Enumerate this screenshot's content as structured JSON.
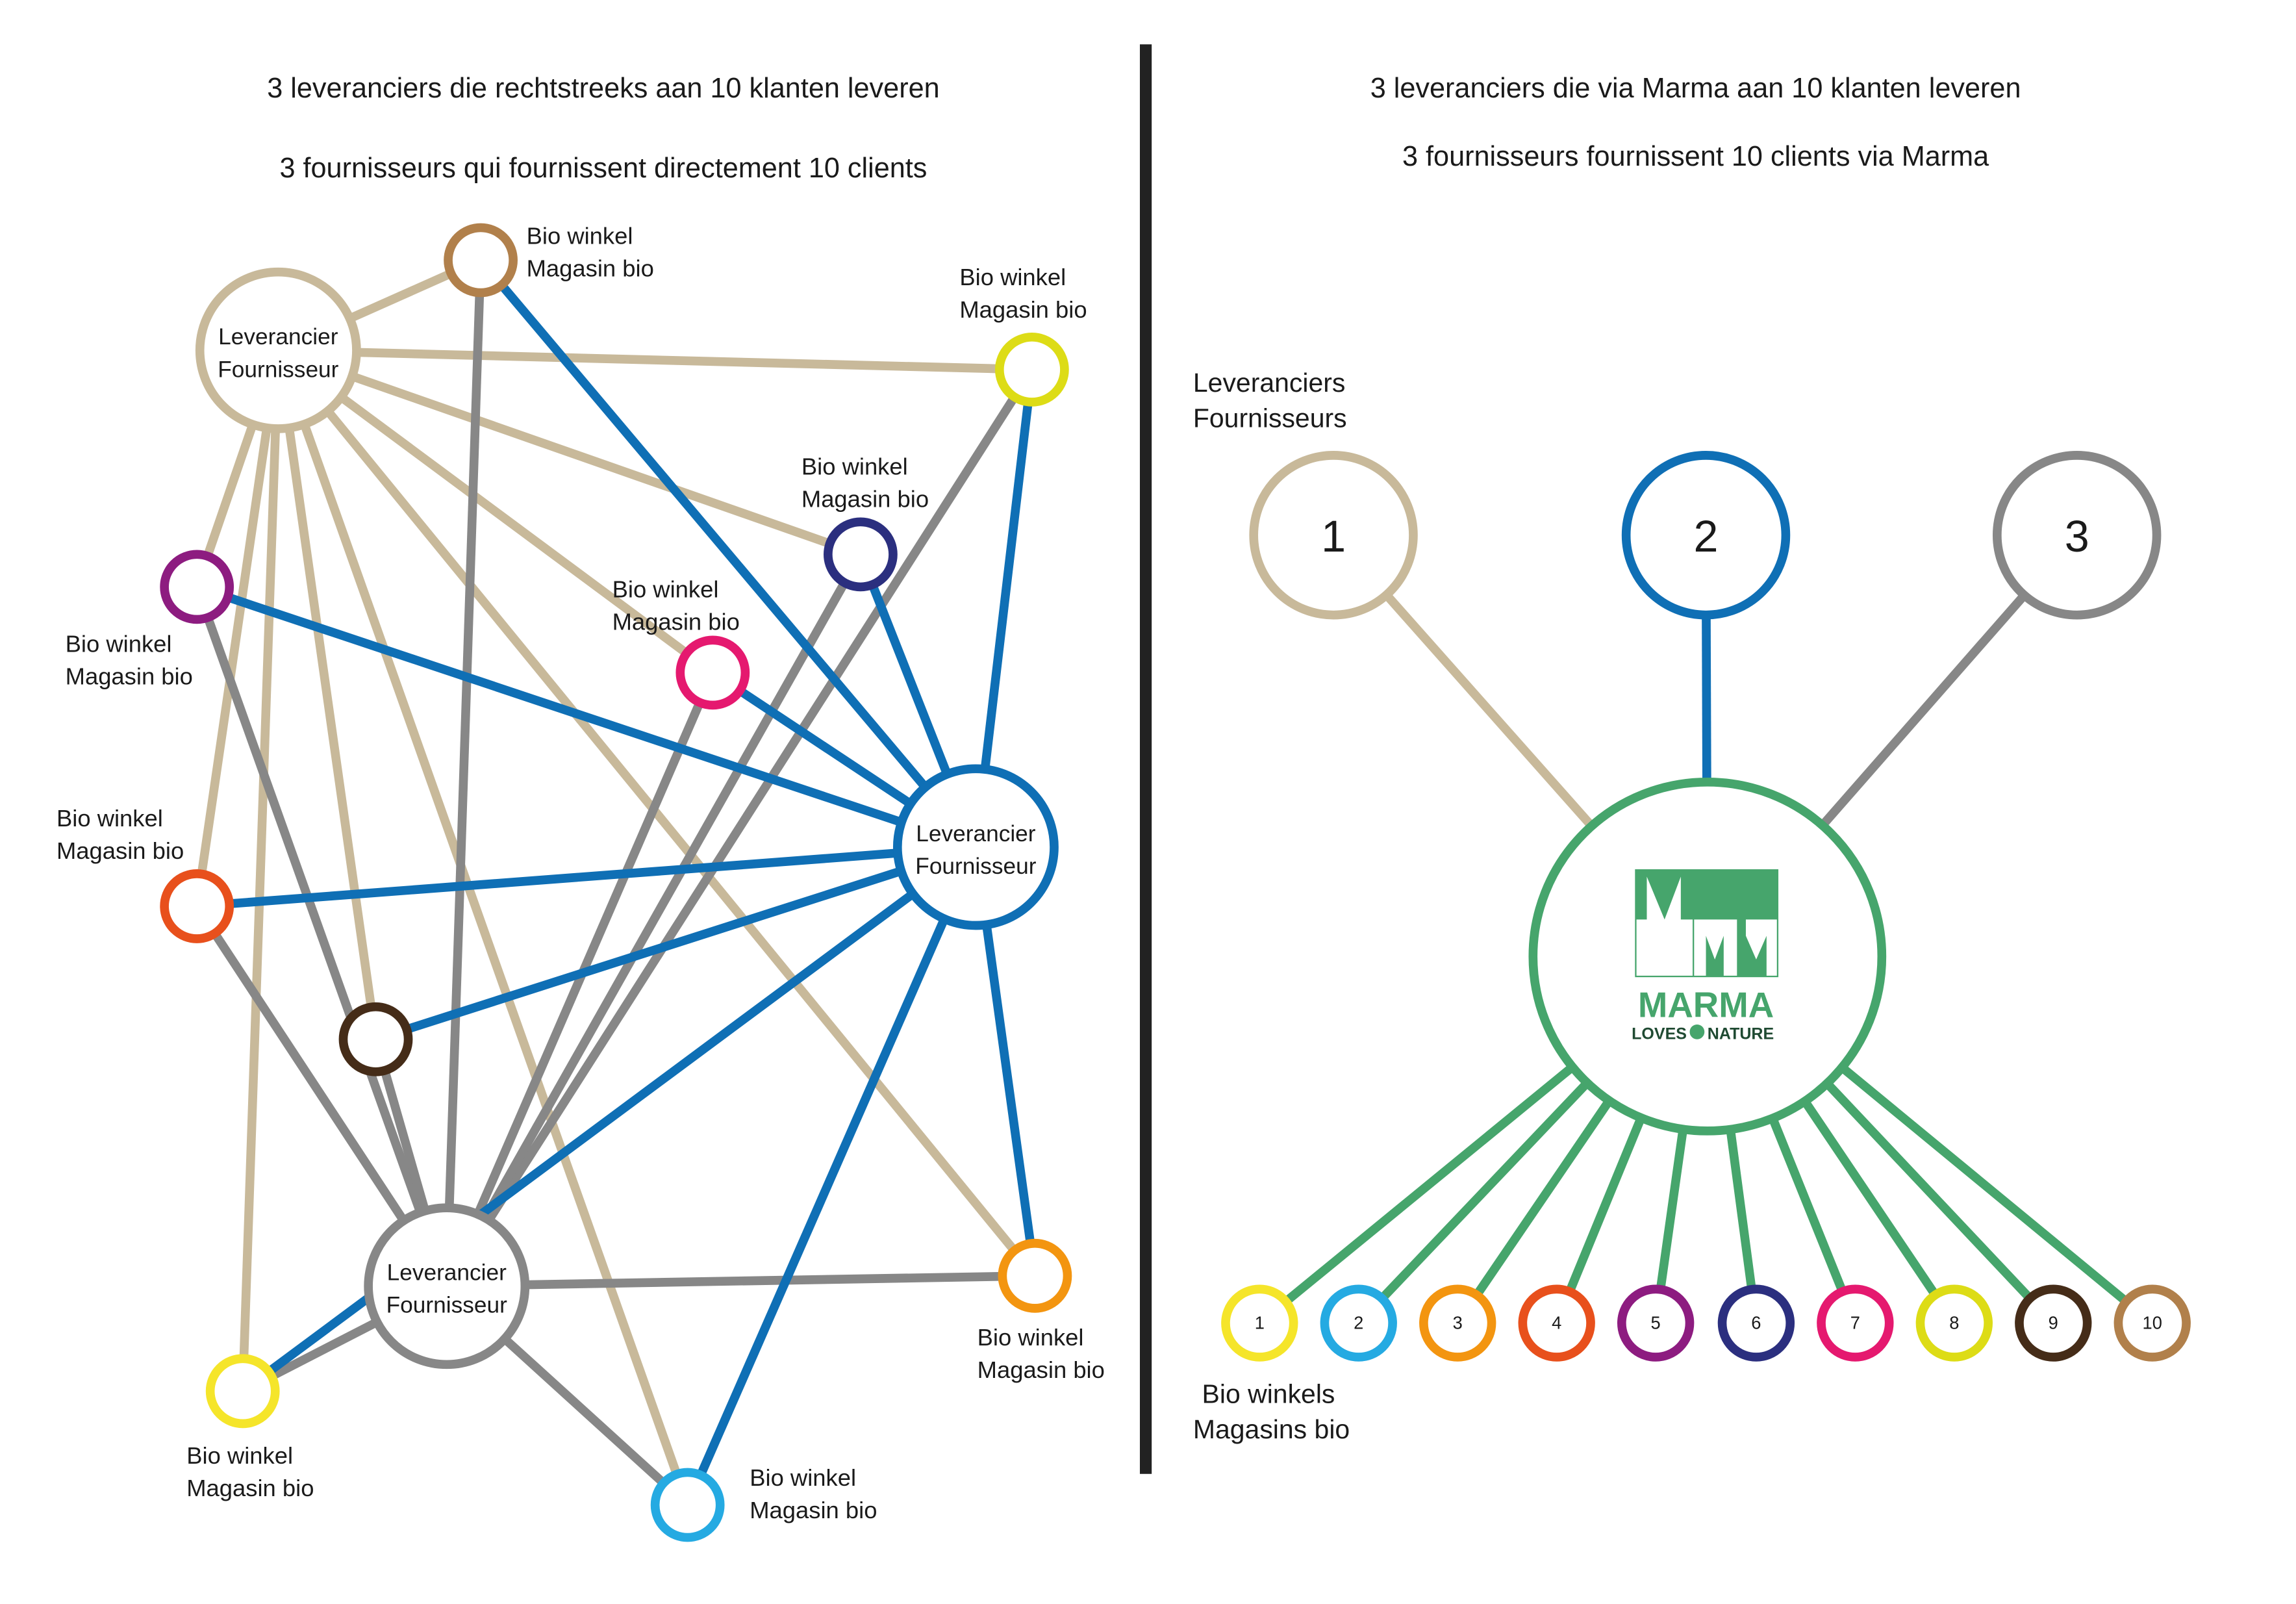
{
  "left": {
    "title_nl": "3 leveranciers die rechtstreeks aan 10 klanten leveren",
    "title_fr": "3 fournisseurs qui fournissent directement 10 clients",
    "supplier_label_nl": "Leverancier",
    "supplier_label_fr": "Fournisseur",
    "shop_label_nl": "Bio winkel",
    "shop_label_fr": "Magasin bio",
    "suppliers": [
      {
        "id": "tan",
        "color": "#c8b99a"
      },
      {
        "id": "blue",
        "color": "#0f6fb5"
      },
      {
        "id": "gray",
        "color": "#878787"
      }
    ],
    "shops": [
      {
        "id": "brown",
        "color": "#b1804b",
        "labelled": true
      },
      {
        "id": "yellow-green",
        "color": "#dddc16",
        "labelled": true
      },
      {
        "id": "navy",
        "color": "#2b2f7f",
        "labelled": true
      },
      {
        "id": "magenta",
        "color": "#e5196f",
        "labelled": true
      },
      {
        "id": "purple",
        "color": "#8d1c80",
        "labelled": true
      },
      {
        "id": "orange-red",
        "color": "#e8501c",
        "labelled": true
      },
      {
        "id": "dark-brown",
        "color": "#452c18",
        "labelled": false
      },
      {
        "id": "orange",
        "color": "#f39510",
        "labelled": true
      },
      {
        "id": "yellow",
        "color": "#f5e52a",
        "labelled": true
      },
      {
        "id": "light-blue",
        "color": "#25aae2",
        "labelled": true
      }
    ]
  },
  "right": {
    "title_nl": "3 leveranciers die via Marma aan 10 klanten leveren",
    "title_fr": "3 fournisseurs fournissent 10 clients via Marma",
    "suppliers_label_nl": "Leveranciers",
    "suppliers_label_fr": "Fournisseurs",
    "shops_label_nl": "Bio winkels",
    "shops_label_fr": "Magasins bio",
    "suppliers": [
      {
        "number": "1",
        "color": "#c8b99a"
      },
      {
        "number": "2",
        "color": "#0f6fb5"
      },
      {
        "number": "3",
        "color": "#878787"
      }
    ],
    "hub": {
      "name": "MARMA",
      "tagline_left": "LOVES",
      "tagline_right": "NATURE",
      "color": "#46a56c",
      "dark": "#1f4a32"
    },
    "shops": [
      {
        "number": "1",
        "color": "#f5e52a"
      },
      {
        "number": "2",
        "color": "#25aae2"
      },
      {
        "number": "3",
        "color": "#f39510"
      },
      {
        "number": "4",
        "color": "#e8501c"
      },
      {
        "number": "5",
        "color": "#8d1c80"
      },
      {
        "number": "6",
        "color": "#2b2f7f"
      },
      {
        "number": "7",
        "color": "#e5196f"
      },
      {
        "number": "8",
        "color": "#dddc16"
      },
      {
        "number": "9",
        "color": "#452c18"
      },
      {
        "number": "10",
        "color": "#b1804b"
      }
    ]
  },
  "divider_color": "#222222"
}
